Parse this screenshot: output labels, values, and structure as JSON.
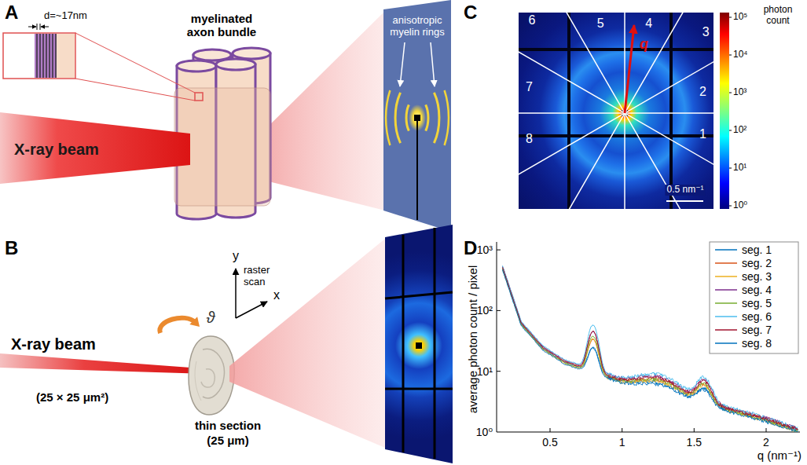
{
  "diagram": {
    "labels": [
      "A",
      "d=~17nm",
      "myelinated axon bundle",
      "X-ray beam",
      "anisotropic myelin rings",
      "B",
      "y",
      "raster scan",
      "x",
      "ϑ",
      "X-ray beam",
      "(25 × 25 μm²)",
      "thin section",
      "(25 μm)",
      "C",
      "1",
      "2",
      "3",
      "4",
      "5",
      "6",
      "7",
      "8",
      "q",
      "0.5 nm⁻¹",
      "photon count",
      "10⁵",
      "10⁴",
      "10³",
      "10²",
      "10¹",
      "10⁰",
      "D",
      "average photon count / pixel",
      "10³",
      "10²",
      "10¹",
      "10⁰",
      "0.5",
      "1",
      "1.5",
      "2",
      "q (nm⁻¹)"
    ],
    "legend": [
      {
        "text": "seg. 1",
        "color": "#0072bd"
      },
      {
        "text": "seg. 2",
        "color": "#d95319"
      },
      {
        "text": "seg. 3",
        "color": "#edb120"
      },
      {
        "text": "seg. 4",
        "color": "#7e2f8e"
      },
      {
        "text": "seg. 5",
        "color": "#77ac30"
      },
      {
        "text": "seg. 6",
        "color": "#4dbeee"
      },
      {
        "text": "seg. 7",
        "color": "#a2142f"
      },
      {
        "text": "seg. 8",
        "color": "#0072bd"
      }
    ]
  }
}
